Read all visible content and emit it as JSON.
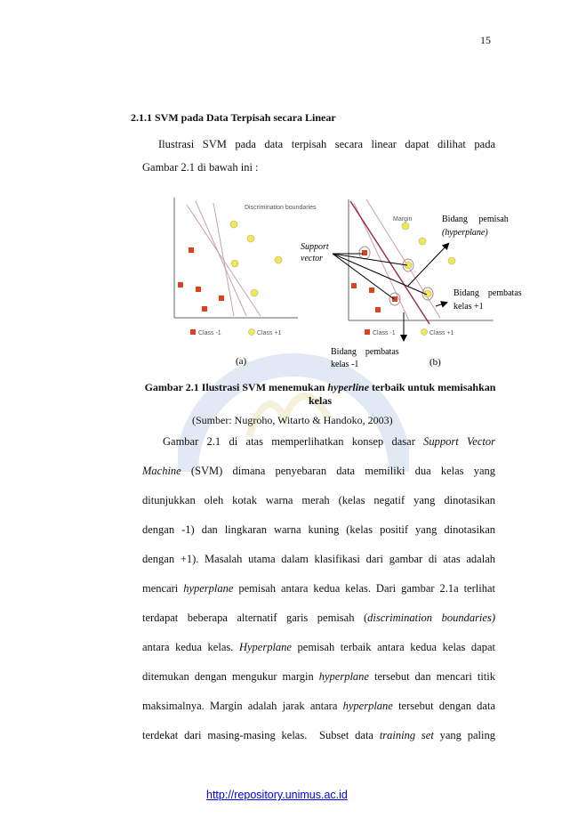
{
  "page_number": "15",
  "heading": "2.1.1 SVM pada Data Terpisah secara Linear",
  "intro": {
    "line1": "Ilustrasi SVM pada data terpisah secara linear dapat dilihat pada",
    "line2": "Gambar 2.1 di bawah ini :"
  },
  "figure": {
    "panel_a": {
      "title": "Discrimination boundaries",
      "legend_neg": "Class -1",
      "legend_pos": "Class +1",
      "label": "(a)"
    },
    "panel_b": {
      "title": "Margin",
      "legend_neg": "Class -1",
      "legend_pos": "Class +1",
      "label": "(b)"
    },
    "annotations": {
      "support_vector_1": "Support",
      "support_vector_2": "vector",
      "hyperplane_1": "Bidang     pemisah",
      "hyperplane_2": "(hyperplane)",
      "boundary_pos_1": "Bidang    pembatas",
      "boundary_pos_2": "kelas +1",
      "boundary_neg_1": "Bidang    pembatas",
      "boundary_neg_2": "kelas -1"
    },
    "colors": {
      "class_neg": "#d9441f",
      "class_pos": "#f2ea4a",
      "hyperplane": "#a0304a"
    }
  },
  "caption": {
    "pre": "Gambar 2.1 Ilustrasi SVM menemukan ",
    "italic": "hyperline",
    "post": " terbaik untuk memisahkan kelas"
  },
  "source": "(Sumber: Nugroho, Witarto & Handoko, 2003)",
  "body_lines": [
    [
      {
        "t": "Gambar 2.1 di atas memperlihatkan konsep dasar "
      },
      {
        "t": "Support Vector",
        "i": true
      }
    ],
    [
      {
        "t": "Machine",
        "i": true
      },
      {
        "t": " (SVM) dimana penyebaran data memiliki dua kelas yang"
      }
    ],
    [
      {
        "t": "ditunjukkan oleh kotak warna merah (kelas negatif yang dinotasikan"
      }
    ],
    [
      {
        "t": "dengan -1) dan lingkaran warna kuning (kelas positif yang dinotasikan"
      }
    ],
    [
      {
        "t": "dengan +1). Masalah utama dalam klasifikasi dari gambar di atas adalah"
      }
    ],
    [
      {
        "t": "mencari "
      },
      {
        "t": "hyperplane",
        "i": true
      },
      {
        "t": " pemisah antara kedua kelas. Dari gambar 2.1a terlihat"
      }
    ],
    [
      {
        "t": "terdapat beberapa alternatif garis pemisah ("
      },
      {
        "t": "discrimination boundaries)",
        "i": true
      }
    ],
    [
      {
        "t": "antara kedua kelas. "
      },
      {
        "t": "Hyperplane",
        "i": true
      },
      {
        "t": " pemisah terbaik antara kedua kelas dapat"
      }
    ],
    [
      {
        "t": "ditemukan dengan mengukur margin "
      },
      {
        "t": "hyperplane",
        "i": true
      },
      {
        "t": " tersebut dan mencari titik"
      }
    ],
    [
      {
        "t": "maksimalnya. Margin adalah jarak antara "
      },
      {
        "t": "hyperplane",
        "i": true
      },
      {
        "t": " tersebut dengan data"
      }
    ],
    [
      {
        "t": "terdekat dari masing-masing kelas.  Subset data "
      },
      {
        "t": "training set",
        "i": true
      },
      {
        "t": " yang paling"
      }
    ]
  ],
  "footer_link": "http://repository.unimus.ac.id"
}
